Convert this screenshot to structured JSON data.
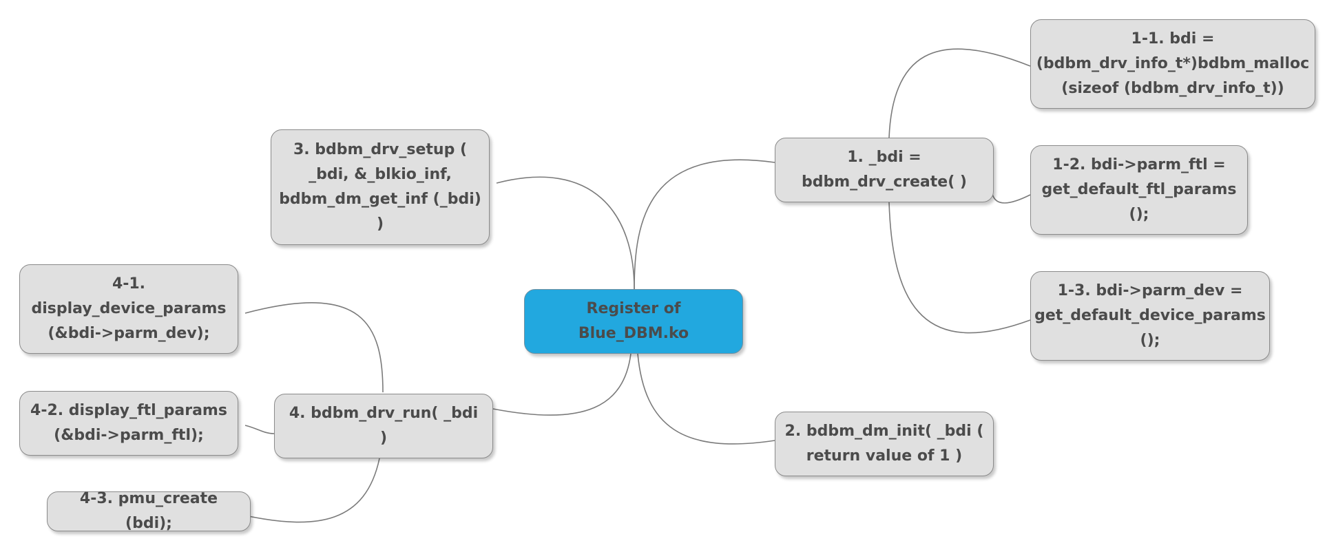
{
  "diagram": {
    "central": {
      "label": "Register of\nBlue_DBM.ko",
      "fill": "#22a8df"
    },
    "nodes": {
      "n1": "1. _bdi =\nbdbm_drv_create( )",
      "n1_1": "1-1. bdi =\n(bdbm_drv_info_t*)bdbm_malloc\n(sizeof (bdbm_drv_info_t))",
      "n1_2": "1-2.  bdi->parm_ftl =\nget_default_ftl_params\n();",
      "n1_3": "1-3. bdi->parm_dev =\nget_default_device_params\n();",
      "n2": "2. bdbm_dm_init( _bdi (\nreturn value of 1 )",
      "n3": "3. bdbm_drv_setup (\n_bdi, &_blkio_inf,\nbdbm_dm_get_inf (_bdi)\n)",
      "n4": "4. bdbm_drv_run(  _bdi\n)",
      "n4_1": "4-1.\ndisplay_device_params\n(&bdi->parm_dev);",
      "n4_2": "4-2. display_ftl_params\n(&bdi->parm_ftl);",
      "n4_3": "4-3. pmu_create (bdi);"
    },
    "colors": {
      "node_fill": "#e0e0e0",
      "node_border": "#8a8a8a",
      "text": "#4b4b4b",
      "connector": "#7a7a7a"
    }
  }
}
